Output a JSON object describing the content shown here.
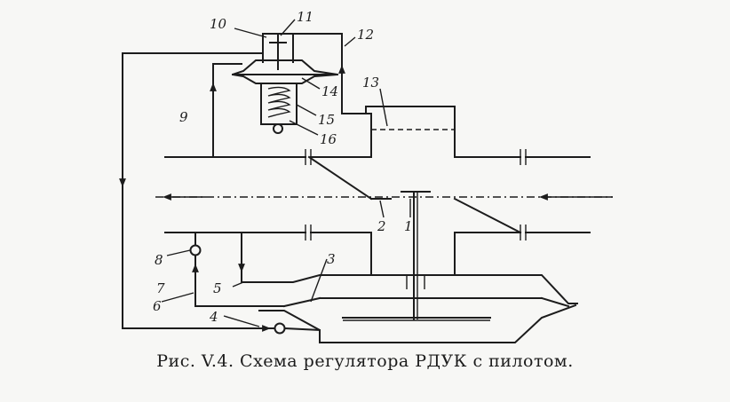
{
  "caption": "Рис. V.4. Схема регулятора РДУК с пилотом.",
  "labels": {
    "l1": "1",
    "l2": "2",
    "l3": "3",
    "l4": "4",
    "l5": "5",
    "l6": "6",
    "l7": "7",
    "l8": "8",
    "l9": "9",
    "l10": "10",
    "l11": "11",
    "l12": "12",
    "l13": "13",
    "l14": "14",
    "l15": "15",
    "l16": "16"
  }
}
